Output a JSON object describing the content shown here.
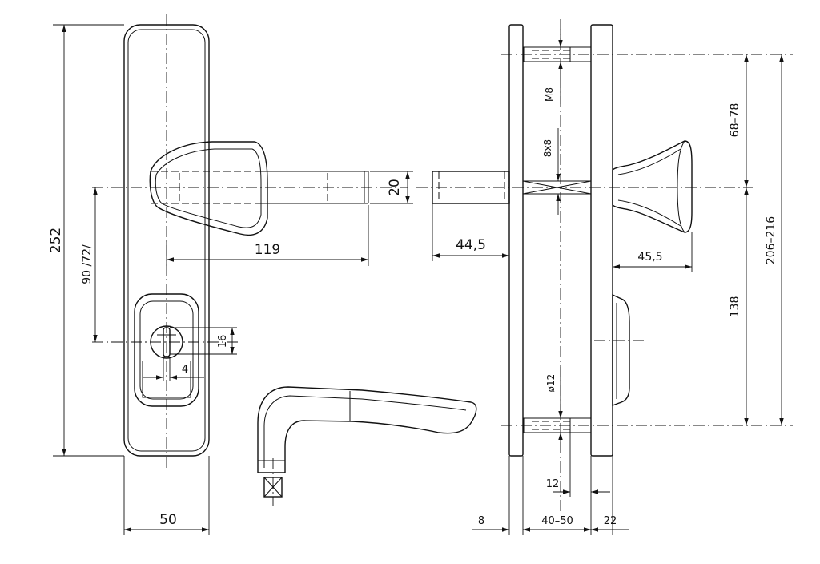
{
  "dimensions": {
    "height_plate": "252",
    "width_plate": "50",
    "handle_length": "119",
    "spindle_square": "20",
    "center_distance": "90 /72/",
    "cylinder_height": "16",
    "cylinder_offset": "4",
    "spindle_projection": "44,5",
    "knob_depth": "45,5",
    "screw_thread": "M8",
    "spindle_size": "8x8",
    "upper_range": "68–78",
    "lower_distance": "138",
    "total_range": "206–216",
    "hole_diameter": "ø12",
    "screw_offset": "12",
    "plate_thickness": "8",
    "door_thickness": "40–50",
    "inner_plate": "22"
  }
}
